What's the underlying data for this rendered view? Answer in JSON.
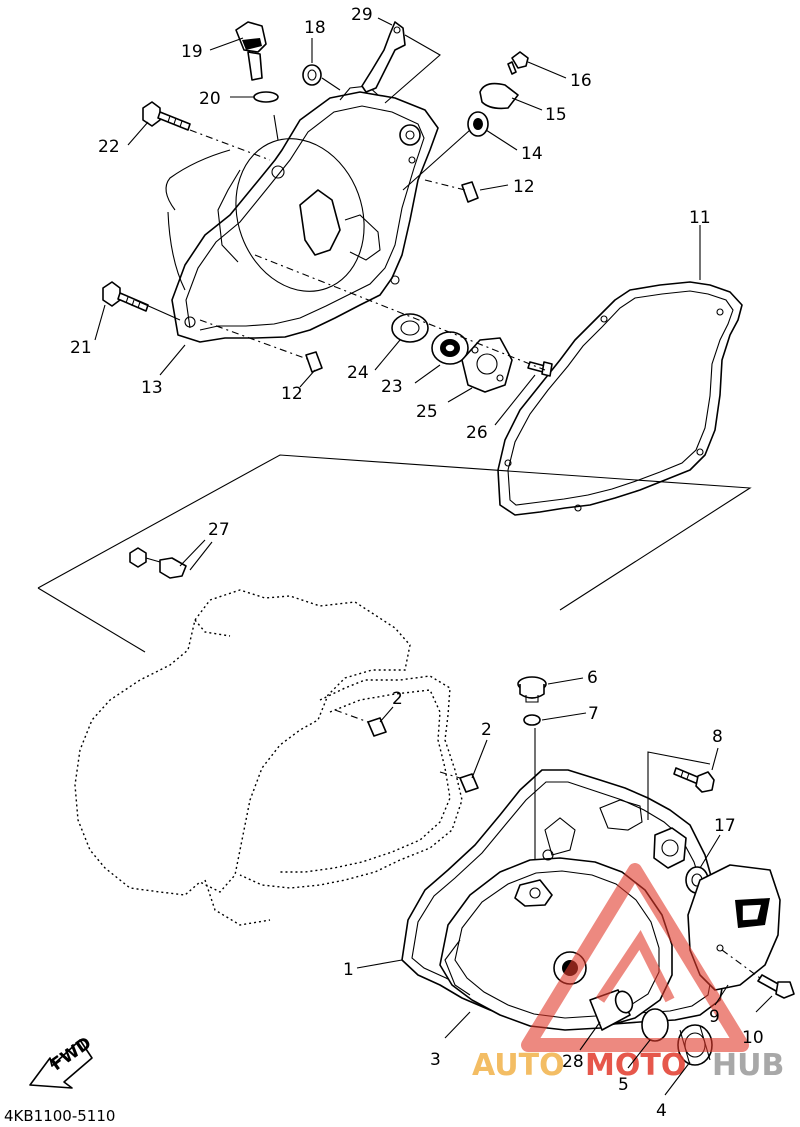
{
  "diagram": {
    "callouts": [
      {
        "id": "c1",
        "text": "1"
      },
      {
        "id": "c2a",
        "text": "2"
      },
      {
        "id": "c2b",
        "text": "2"
      },
      {
        "id": "c3",
        "text": "3"
      },
      {
        "id": "c4",
        "text": "4"
      },
      {
        "id": "c5",
        "text": "5"
      },
      {
        "id": "c6",
        "text": "6"
      },
      {
        "id": "c7",
        "text": "7"
      },
      {
        "id": "c8",
        "text": "8"
      },
      {
        "id": "c9",
        "text": "9"
      },
      {
        "id": "c10",
        "text": "10"
      },
      {
        "id": "c11",
        "text": "11"
      },
      {
        "id": "c12a",
        "text": "12"
      },
      {
        "id": "c12b",
        "text": "12"
      },
      {
        "id": "c13",
        "text": "13"
      },
      {
        "id": "c14",
        "text": "14"
      },
      {
        "id": "c15",
        "text": "15"
      },
      {
        "id": "c16",
        "text": "16"
      },
      {
        "id": "c17",
        "text": "17"
      },
      {
        "id": "c18",
        "text": "18"
      },
      {
        "id": "c19",
        "text": "19"
      },
      {
        "id": "c20",
        "text": "20"
      },
      {
        "id": "c21",
        "text": "21"
      },
      {
        "id": "c22",
        "text": "22"
      },
      {
        "id": "c23",
        "text": "23"
      },
      {
        "id": "c24",
        "text": "24"
      },
      {
        "id": "c25",
        "text": "25"
      },
      {
        "id": "c26",
        "text": "26"
      },
      {
        "id": "c27",
        "text": "27"
      },
      {
        "id": "c28",
        "text": "28"
      },
      {
        "id": "c29",
        "text": "29"
      }
    ],
    "fwd_label": "FWD",
    "diagram_code": "4KB1100-5110"
  },
  "watermark": {
    "part1": "AUTO",
    "part2": "MOTO",
    "part3": "HUB",
    "color_orange": "#f2b24a",
    "color_red": "#e23a2c",
    "color_gray": "#9a9a9a"
  }
}
